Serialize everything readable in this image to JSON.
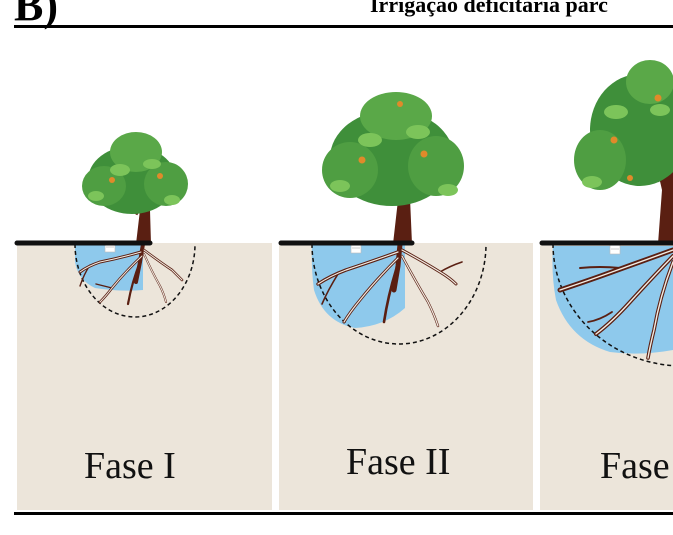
{
  "header": {
    "panel_label": "B)",
    "title": "Irrigação deficitária parc"
  },
  "phases": [
    {
      "label": "Fase I"
    },
    {
      "label": "Fase II"
    },
    {
      "label": "Fase"
    }
  ],
  "colors": {
    "soil": "#ece5da",
    "wet_bulb": "#8ec9ec",
    "trunk": "#5a1f12",
    "leaf": "#3f8f3a",
    "leaf_light": "#7cc45a",
    "fruit": "#e08a2a",
    "ground_line": "#111111"
  },
  "icons": [
    "tree-icon",
    "dripper-icon",
    "roots-icon"
  ]
}
